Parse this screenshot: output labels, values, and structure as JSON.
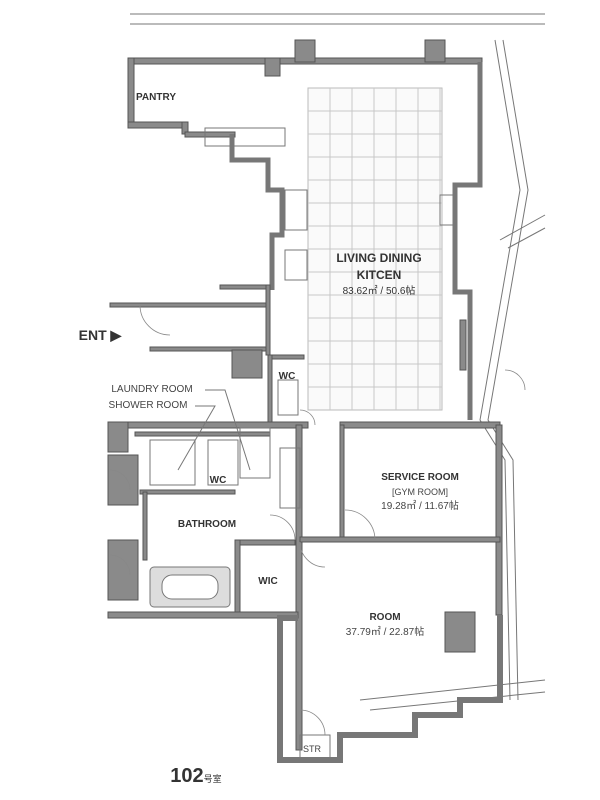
{
  "plan": {
    "unit_number": "102",
    "unit_suffix": "号室",
    "entrance_label": "ENT ▶",
    "rooms": {
      "pantry": "PANTRY",
      "ldk_line1": "LIVING DINING",
      "ldk_line2": "KITCEN",
      "ldk_area": "83.62㎡ / 50.6帖",
      "wc1": "WC",
      "laundry": "LAUNDRY ROOM",
      "shower": "SHOWER ROOM",
      "wc2": "WC",
      "service_line1": "SERVICE ROOM",
      "service_line2": "[GYM ROOM]",
      "service_area": "19.28㎡ / 11.67帖",
      "bathroom": "BATHROOM",
      "wic": "WIC",
      "room": "ROOM",
      "room_area": "37.79㎡ / 22.87帖",
      "storage": "STR"
    }
  }
}
